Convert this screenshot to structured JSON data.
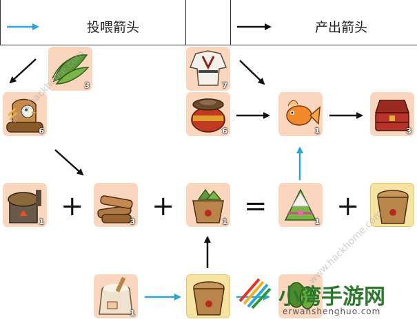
{
  "legend": {
    "feed_label": "投喂箭头",
    "output_label": "产出箭头",
    "feed_color": "#2aa7d8",
    "output_color": "#111111"
  },
  "items": {
    "leaf": {
      "icon": "leaf-bundle-icon",
      "count": "3"
    },
    "bird_nest": {
      "icon": "bird-nest-icon",
      "count": "6"
    },
    "robe": {
      "icon": "white-robe-icon",
      "count": "7"
    },
    "jar": {
      "icon": "lidded-jar-icon",
      "count": "6"
    },
    "fish": {
      "icon": "goldfish-icon",
      "count": "1"
    },
    "chest": {
      "icon": "treasure-chest-icon",
      "count": "3"
    },
    "stove": {
      "icon": "clay-stove-icon",
      "count": "1"
    },
    "wood": {
      "icon": "firewood-icon",
      "count": "3"
    },
    "zongzi_basket": {
      "icon": "zongzi-basket-icon",
      "count": "1"
    },
    "zongzi": {
      "icon": "zongzi-icon",
      "count": "1"
    },
    "basket_yellow": {
      "icon": "basket-icon",
      "count": ""
    },
    "rice": {
      "icon": "rice-sack-icon",
      "count": "1"
    },
    "basket_bottom": {
      "icon": "basket-icon",
      "count": ""
    },
    "leaf_small": {
      "icon": "leaf-icon",
      "count": ""
    }
  },
  "operators": {
    "plus": "+",
    "equals": "="
  },
  "watermark": {
    "title": "小湾手游网",
    "url": "erwanshenghuo.com",
    "diagonal": "www.hackhome.com"
  }
}
